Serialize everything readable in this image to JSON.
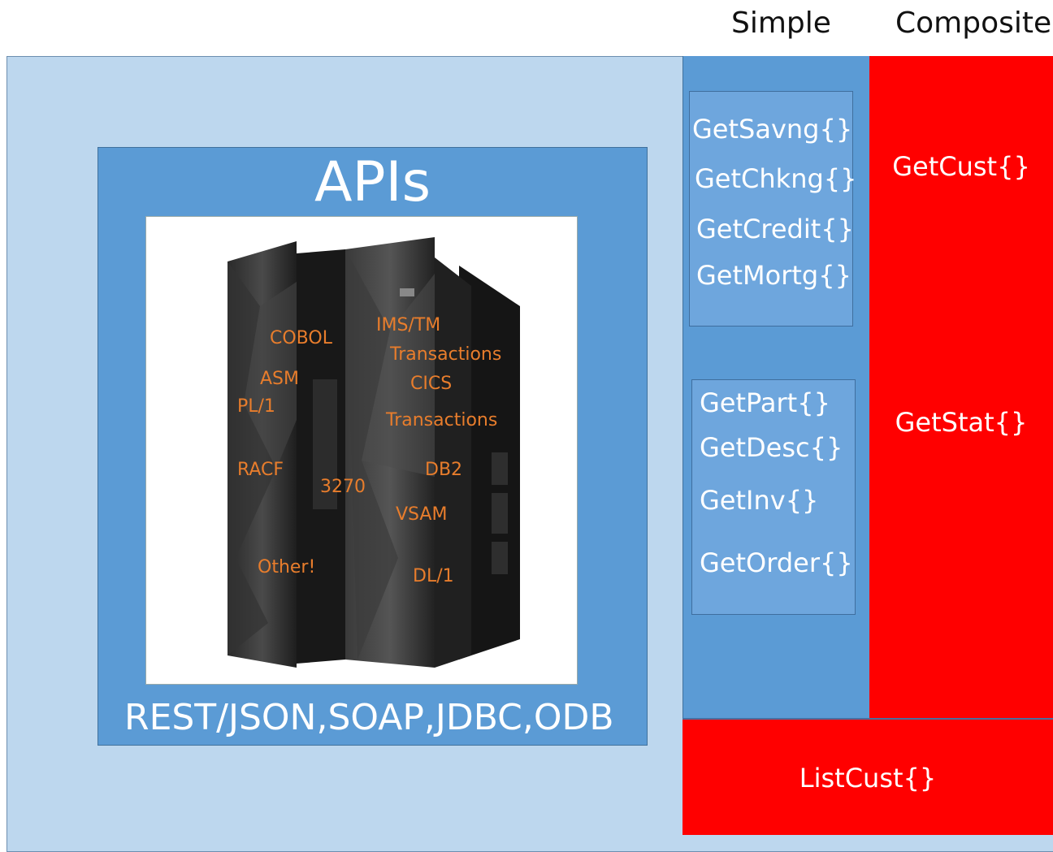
{
  "headers": {
    "simple": "Simple",
    "composite": "Composite"
  },
  "api_box": {
    "title": "APIs",
    "protocols": "REST/JSON,SOAP,JDBC,ODB",
    "mainframe_labels": [
      "COBOL",
      "IMS/TM",
      "Transactions",
      "ASM",
      "CICS",
      "PL/1",
      "Transactions",
      "RACF",
      "3270",
      "DB2",
      "VSAM",
      "Other!",
      "DL/1"
    ]
  },
  "simple_group_1": [
    "GetSavng{}",
    "GetChkng{}",
    "GetCredit{}",
    "GetMortg{}"
  ],
  "simple_group_2": [
    "GetPart{}",
    "GetDesc{}",
    "GetInv{}",
    "GetOrder{}"
  ],
  "composite": [
    "GetCust{}",
    "GetStat{}"
  ],
  "list_api": "ListCust{}",
  "colors": {
    "light_blue": "#bdd7ee",
    "blue": "#5b9bd5",
    "red": "#ff0000",
    "orange": "#e87d2c"
  }
}
